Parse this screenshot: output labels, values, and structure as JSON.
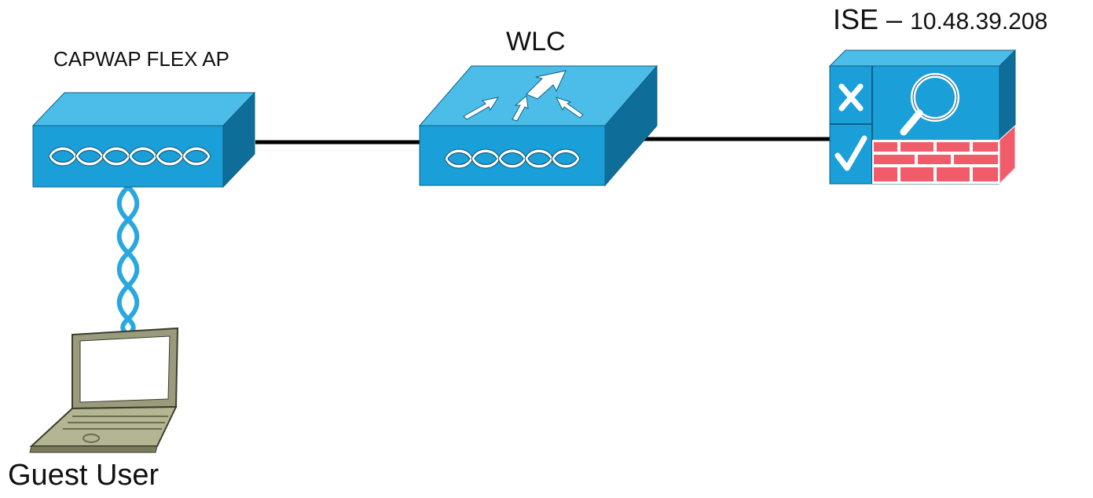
{
  "nodes": {
    "ap": {
      "label": "CAPWAP FLEX AP"
    },
    "wlc": {
      "label": "WLC"
    },
    "ise": {
      "name": "ISE",
      "separator": "–",
      "ip": "10.48.39.208"
    },
    "client": {
      "label": "Guest User"
    }
  },
  "colors": {
    "device_front": "#1a9fd8",
    "device_top": "#4cbde8",
    "device_side": "#0f6e99",
    "firewall_brick": "#f25c6a",
    "wireless_link": "#29a8e0",
    "laptop_body": "#9a9b7d",
    "wired_link": "#000000"
  },
  "connections": [
    {
      "from": "ap",
      "to": "wlc",
      "type": "wired"
    },
    {
      "from": "wlc",
      "to": "ise",
      "type": "wired"
    },
    {
      "from": "ap",
      "to": "client",
      "type": "wireless"
    }
  ]
}
